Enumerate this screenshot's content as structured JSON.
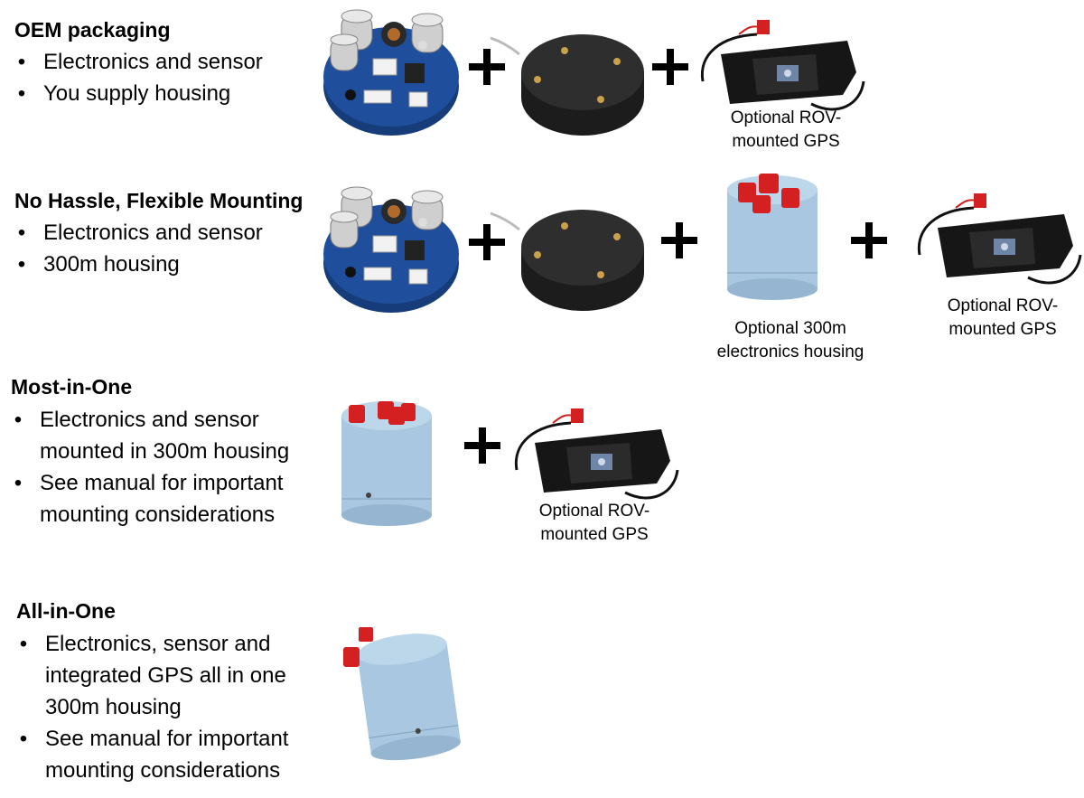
{
  "sections": [
    {
      "title": "OEM packaging",
      "bullets": [
        "Electronics and sensor",
        "You supply housing"
      ],
      "captions": {
        "gps": "Optional ROV-\nmounted GPS"
      }
    },
    {
      "title": "No Hassle, Flexible Mounting",
      "bullets": [
        "Electronics and sensor",
        "300m housing"
      ],
      "captions": {
        "housing": "Optional 300m\nelectronics housing",
        "gps": "Optional ROV-\nmounted GPS"
      }
    },
    {
      "title": "Most-in-One",
      "bullets": [
        "Electronics and sensor\nmounted in 300m housing",
        "See manual for important\nmounting considerations"
      ],
      "captions": {
        "gps": "Optional ROV-\nmounted GPS"
      }
    },
    {
      "title": "All-in-One",
      "bullets": [
        "Electronics, sensor and\nintegrated GPS all in one\n300m housing",
        "See manual for important\nmounting considerations"
      ]
    }
  ],
  "bullet_symbol": "•",
  "colors": {
    "board": "#1f4f9c",
    "housing": "#a9c7e0",
    "connector": "#d42020",
    "sensor": "#2b2b2b",
    "gps": "#1a1a1a"
  }
}
